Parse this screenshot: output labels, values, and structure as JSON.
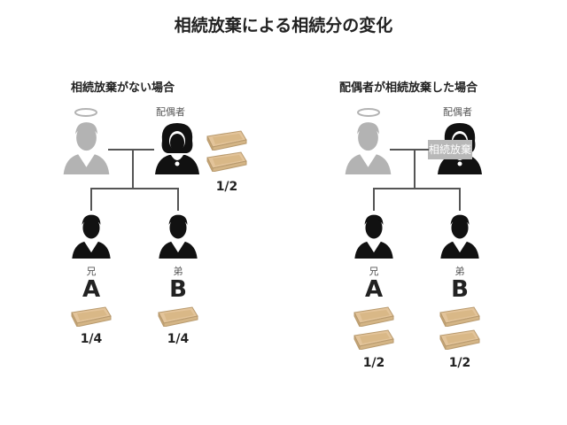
{
  "title": "相続放棄による相続分の変化",
  "left": {
    "subtitle": "相続放棄がない場合",
    "spouse_label": "配偶者",
    "spouse_share": "1/2",
    "children": [
      {
        "relation": "兄",
        "name": "A",
        "share": "1/4"
      },
      {
        "relation": "弟",
        "name": "B",
        "share": "1/4"
      }
    ]
  },
  "right": {
    "subtitle": "配偶者が相続放棄した場合",
    "spouse_label": "配偶者",
    "renounce_badge": "相続放棄",
    "children": [
      {
        "relation": "兄",
        "name": "A",
        "share": "1/2"
      },
      {
        "relation": "弟",
        "name": "B",
        "share": "1/2"
      }
    ]
  },
  "colors": {
    "deceased": "#b3b3b3",
    "living": "#111111",
    "brick": "#e3c49a",
    "brick_edge": "#b89a6e"
  }
}
